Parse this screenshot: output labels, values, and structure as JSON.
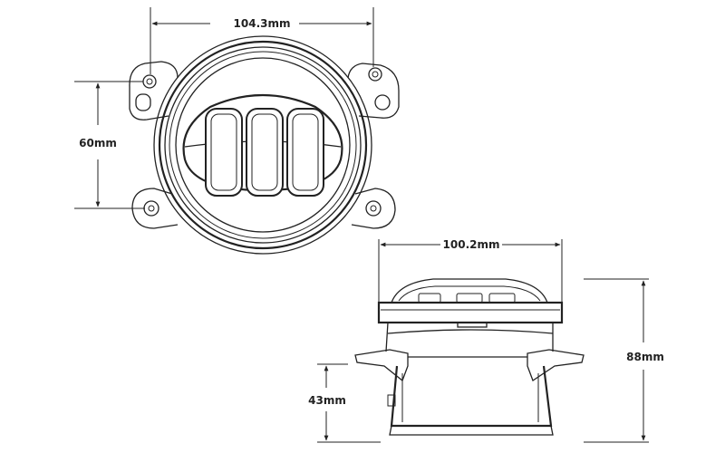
{
  "dimensions": {
    "front_width": "104.3mm",
    "front_mount_spacing": "60mm",
    "side_width": "100.2mm",
    "side_total_depth": "88mm",
    "side_rear_depth": "43mm"
  }
}
